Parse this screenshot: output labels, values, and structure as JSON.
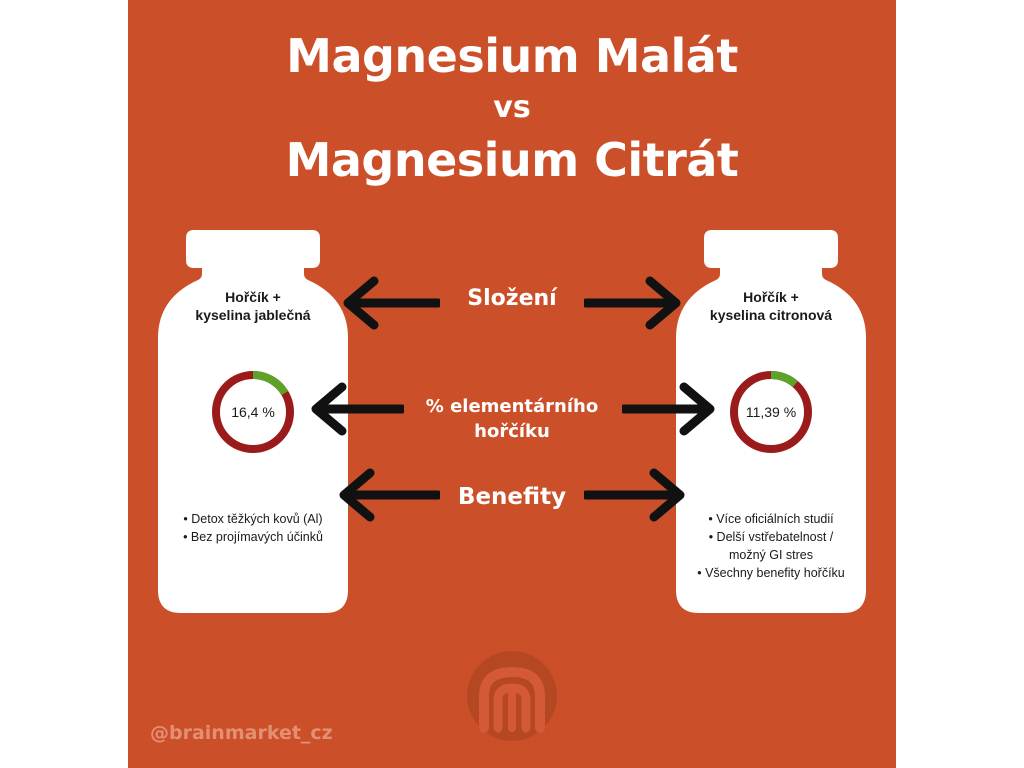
{
  "title": {
    "line1": "Magnesium Malát",
    "vs": "vs",
    "line2": "Magnesium Citrát"
  },
  "labels": {
    "composition": "Složení",
    "elemental": [
      "% elementárního",
      "hořčíku"
    ],
    "benefits": "Benefity"
  },
  "left_bottle": {
    "composition": [
      "Hořčík +",
      "kyselina jablečná"
    ],
    "percent_label": "16,4 %",
    "percent_value": 16.4,
    "benefits": [
      "• Detox těžkých kovů (Al)",
      "• Bez projímavých účinků"
    ]
  },
  "right_bottle": {
    "composition": [
      "Hořčík +",
      "kyselina citronová"
    ],
    "percent_label": "11,39 %",
    "percent_value": 11.39,
    "benefits": [
      "• Více oficiálních studií",
      "• Delší vstřebatelnost /",
      "možný GI stres",
      "• Všechny benefity hořčíku"
    ]
  },
  "footer": {
    "handle": "@brainmarket_cz",
    "logo_icon": "brainmarket-logo-icon"
  },
  "colors": {
    "background": "#CB502A",
    "ring_track": "#9B1B1B",
    "ring_fill": "#5DA32A",
    "arrow": "#111111"
  }
}
